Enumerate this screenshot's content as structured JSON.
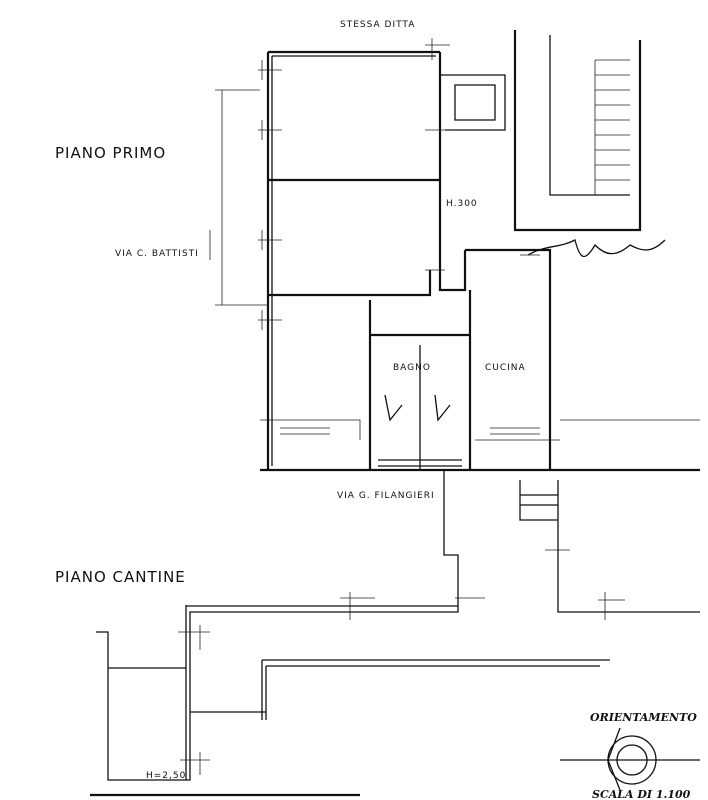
{
  "labels": {
    "neighbour": "STESSA DITTA",
    "floor_first": "PIANO PRIMO",
    "street_west": "VIA C. BATTISTI",
    "height_first": "H.300",
    "room_bath": "BAGNO",
    "room_kitchen": "CUCINA",
    "street_south": "VIA G. FILANGIERI",
    "floor_cellar": "PIANO CANTINE",
    "height_cellar": "H=2,50",
    "orientation": "ORIENTAMENTO",
    "scale": "SCALA DI 1.100"
  },
  "colors": {
    "ink": "#111111",
    "paper": "#ffffff"
  }
}
